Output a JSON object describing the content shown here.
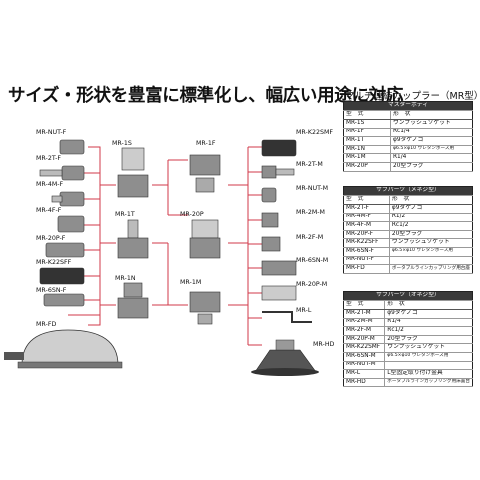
{
  "headline": "サイズ・形状を豊富に標準化し、幅広い用途に対応",
  "panel_title": "マルチ連結カップラー（MR型）",
  "columns": {
    "model": "型　式",
    "shape": "形　状"
  },
  "sections": [
    {
      "title": "マスターボディ",
      "rows": [
        {
          "model": "MR-1S",
          "shape": "ワンプッシュソケット"
        },
        {
          "model": "MR-1F",
          "shape": "Rc1/4"
        },
        {
          "model": "MR-1T",
          "shape": "φ9タケノコ"
        },
        {
          "model": "MR-1N",
          "shape": "φ6.5×φ10 ウレタンホース用"
        },
        {
          "model": "MR-1M",
          "shape": "R1/4"
        },
        {
          "model": "MR-20P",
          "shape": "20型プラグ"
        }
      ]
    },
    {
      "title": "サブパーツ（メネジ型）",
      "rows": [
        {
          "model": "MR-2T-F",
          "shape": "φ9タケノコ"
        },
        {
          "model": "MR-4M-F",
          "shape": "R1/2"
        },
        {
          "model": "MR-4F-M",
          "shape": "Rc1/2"
        },
        {
          "model": "MR-20P-F",
          "shape": "20型プラグ"
        },
        {
          "model": "MR-K22SFF",
          "shape": "ワンプッシュソケット"
        },
        {
          "model": "MR-6SN-F",
          "shape": "φ6.5×φ10 ウレタンホース用"
        },
        {
          "model": "MR-NUT-F",
          "shape": ""
        },
        {
          "model": "MR-FD",
          "shape": "ボータブルラインカップリング用台座"
        }
      ]
    },
    {
      "title": "サブパーツ（オネジ型）",
      "rows": [
        {
          "model": "MR-2T-M",
          "shape": "φ9タケノコ"
        },
        {
          "model": "MR-2M-M",
          "shape": "R1/4"
        },
        {
          "model": "MR-2F-M",
          "shape": "Rc1/2"
        },
        {
          "model": "MR-20P-M",
          "shape": "20型プラグ"
        },
        {
          "model": "MR-K22SMF",
          "shape": "ワンプッシュソケット"
        },
        {
          "model": "MR-6SN-M",
          "shape": "φ6.5×φ10 ウレタンホース用"
        },
        {
          "model": "MR-NUT-M",
          "shape": ""
        },
        {
          "model": "MR-L",
          "shape": "L型固定取り付け金具"
        },
        {
          "model": "MR-HD",
          "shape": "ボータブルラインカップリング用床置台"
        }
      ]
    }
  ],
  "diagram_labels": {
    "left": [
      "MR-NUT-F",
      "MR-2T-F",
      "MR-4M-F",
      "MR-4F-F",
      "MR-20P-F",
      "MR-K22SFF",
      "MR-6SN-F",
      "MR-FD"
    ],
    "center": [
      "MR-1S",
      "MR-1F",
      "MR-1T",
      "MR-20P",
      "MR-1N",
      "MR-1M"
    ],
    "right": [
      "MR-K22SMF",
      "MR-2T-M",
      "MR-NUT-M",
      "MR-2M-M",
      "MR-2F-M",
      "MR-6SN-M",
      "MR-20P-M",
      "MR-L",
      "MR-HD"
    ]
  },
  "colors": {
    "connector": "#d23a4a",
    "header_bg": "#3a3a3a",
    "part_metal": "#9a9a9a"
  }
}
